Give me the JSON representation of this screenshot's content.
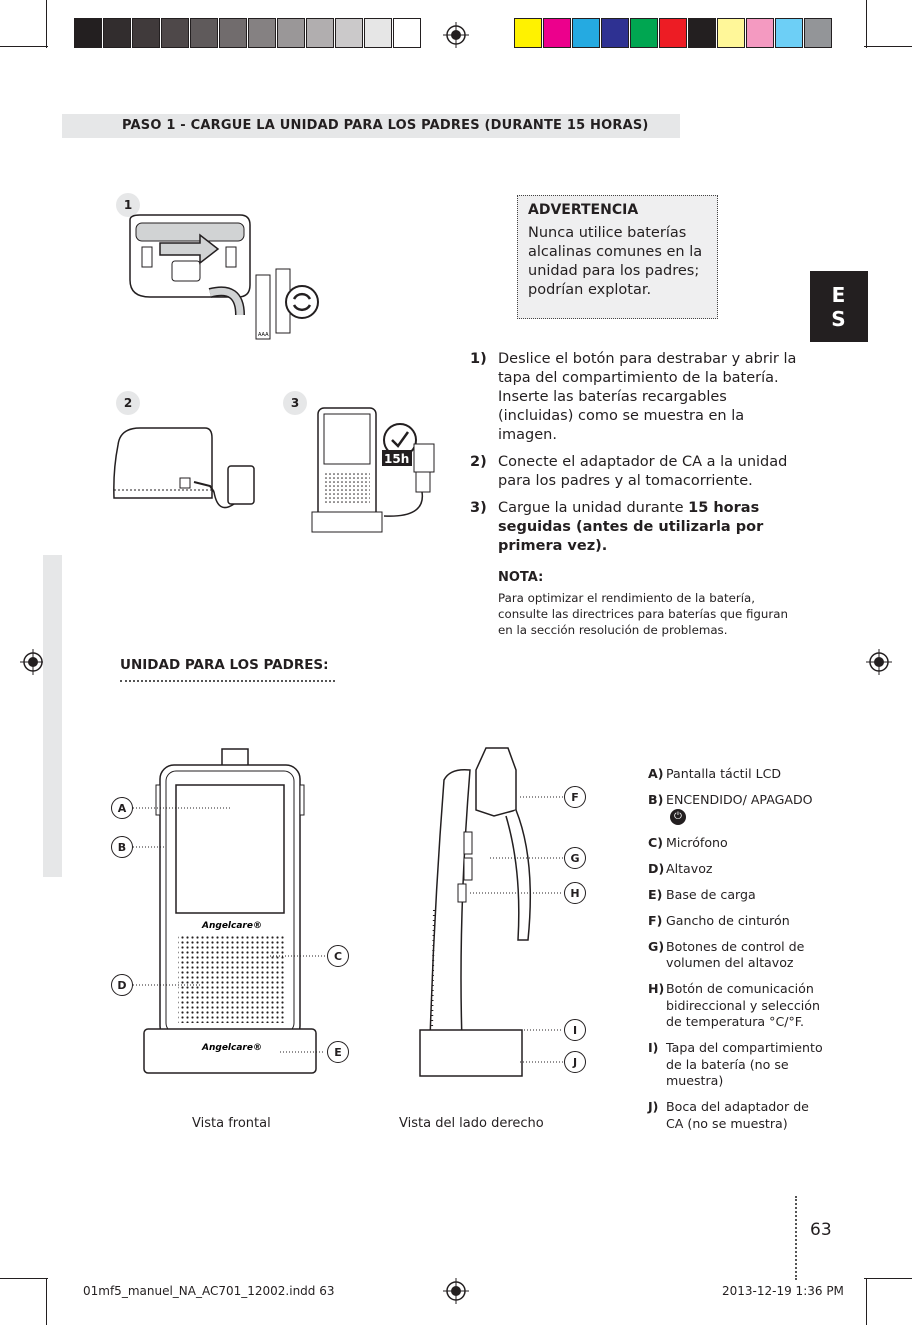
{
  "banner": {
    "title": "PASO 1 - CARGUE LA UNIDAD PARA LOS PADRES (DURANTE 15 HORAS)"
  },
  "lang_tab": {
    "line1": "E",
    "line2": "S"
  },
  "warning": {
    "title": "ADVERTENCIA",
    "body": "Nunca utilice baterías alcalinas comunes en la unidad para los padres; podrían explotar."
  },
  "figures": {
    "fig1_number": "1",
    "fig2_number": "2",
    "fig3_number": "3",
    "battery_label": "AAA",
    "hours_badge": "15h",
    "brand": "Angelcare®"
  },
  "steps": [
    {
      "num": "1)",
      "text": "Deslice el botón para destrabar y abrir la tapa del compartimiento de la batería. Inserte las baterías recargables (incluidas) como se muestra en la imagen."
    },
    {
      "num": "2)",
      "text": "Conecte el adaptador de CA a la unidad para los padres y al tomacorriente."
    },
    {
      "num": "3)",
      "text_before": "Cargue la unidad durante ",
      "text_bold": "15 horas seguidas (antes de utilizarla por primera vez)."
    }
  ],
  "note": {
    "title": "NOTA:",
    "body": "Para optimizar el rendimiento de la batería, consulte las directrices para baterías que figuran en la sección resolución de problemas."
  },
  "parent_unit": {
    "title": "UNIDAD PARA LOS PADRES:"
  },
  "callouts": [
    "A",
    "B",
    "C",
    "D",
    "E",
    "F",
    "G",
    "H",
    "I",
    "J"
  ],
  "legend": [
    {
      "key": "A)",
      "text": "Pantalla táctil LCD"
    },
    {
      "key": "B)",
      "text": "ENCENDIDO/ APAGADO"
    },
    {
      "key": "C)",
      "text": "Micrófono"
    },
    {
      "key": "D)",
      "text": "Altavoz"
    },
    {
      "key": "E)",
      "text": "Base de carga"
    },
    {
      "key": "F)",
      "text": "Gancho de cinturón"
    },
    {
      "key": "G)",
      "text": "Botones de control de volumen del altavoz"
    },
    {
      "key": "H)",
      "text": "Botón de comunicación bidireccional y selección de temperatura °C/°F."
    },
    {
      "key": "I)",
      "text": "Tapa del compartimiento de la batería (no se muestra)"
    },
    {
      "key": "J)",
      "text": "Boca del adaptador de CA (no se muestra)"
    }
  ],
  "captions": {
    "front": "Vista frontal",
    "side": "Vista del lado derecho"
  },
  "page_number": "63",
  "footer": {
    "file": "01mf5_manuel_NA_AC701_12002.indd   63",
    "date": "2013-12-19   1:36 PM"
  },
  "colors": {
    "gray_bar": [
      "#231f20",
      "#322d2e",
      "#403a3b",
      "#4e4849",
      "#5f5a5b",
      "#716c6d",
      "#858182",
      "#9a9798",
      "#b1aeaf",
      "#cbc9ca",
      "#e6e6e6",
      "#ffffff"
    ],
    "color_bar": [
      "#fff200",
      "#ec008c",
      "#25aae1",
      "#2e3192",
      "#00a651",
      "#ed1c24",
      "#231f20",
      "#fff799",
      "#f49ac1",
      "#6dcff6",
      "#939598"
    ]
  }
}
